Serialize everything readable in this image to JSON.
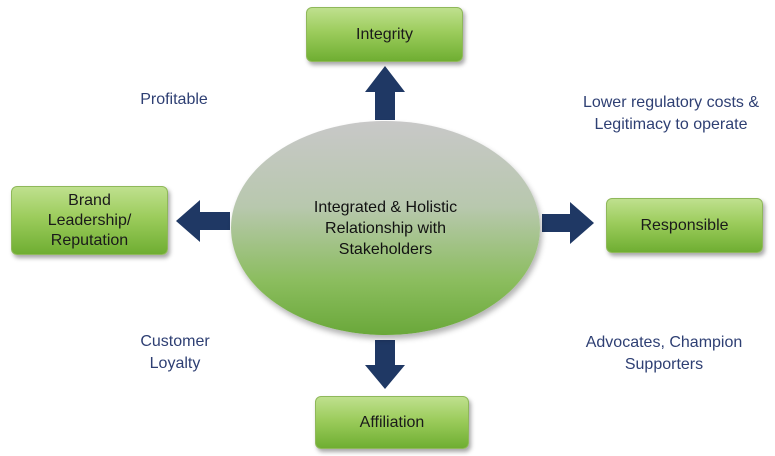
{
  "center": {
    "text": "Integrated & Holistic\nRelationship with\nStakeholders"
  },
  "boxes": {
    "top": "Integrity",
    "left": "Brand\nLeadership/\nReputation",
    "right": "Responsible",
    "bottom": "Affiliation"
  },
  "labels": {
    "top_left": "Profitable",
    "top_right": "Lower regulatory costs &\nLegitimacy to operate",
    "bottom_left": "Customer\nLoyalty",
    "bottom_right": "Advocates, Champion\nSupporters"
  },
  "colors": {
    "box_green": "#9ccc5c",
    "arrow_navy": "#1f3864",
    "label_navy": "#2e3f73"
  }
}
